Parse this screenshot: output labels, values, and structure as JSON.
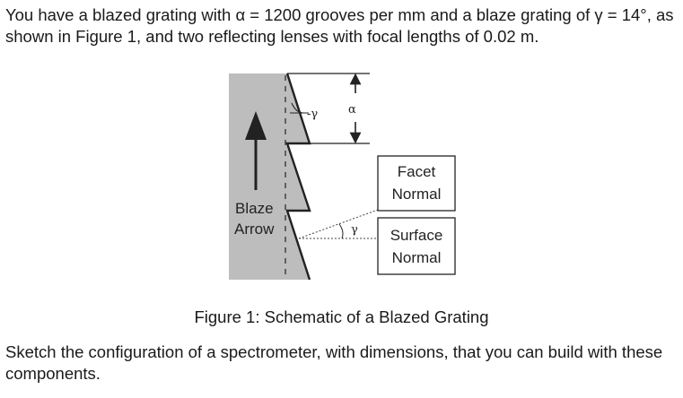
{
  "problem": {
    "intro": "You have a blazed grating with α = 1200 grooves per mm and a blaze grating of γ = 14°, as shown in Figure 1, and two reflecting lenses with focal lengths of 0.02 m.",
    "question": "Sketch the configuration of a spectrometer, with dimensions, that you can build with these components."
  },
  "figure": {
    "caption": "Figure 1: Schematic of a Blazed Grating",
    "blaze_label_line1": "Blaze",
    "blaze_label_line2": "Arrow",
    "facet_label_line1": "Facet",
    "facet_label_line2": "Normal",
    "surface_label_line1": "Surface",
    "surface_label_line2": "Normal",
    "gamma_symbol": "γ",
    "gamma_prefix_symbol": "-γ",
    "alpha_symbol": "α"
  }
}
